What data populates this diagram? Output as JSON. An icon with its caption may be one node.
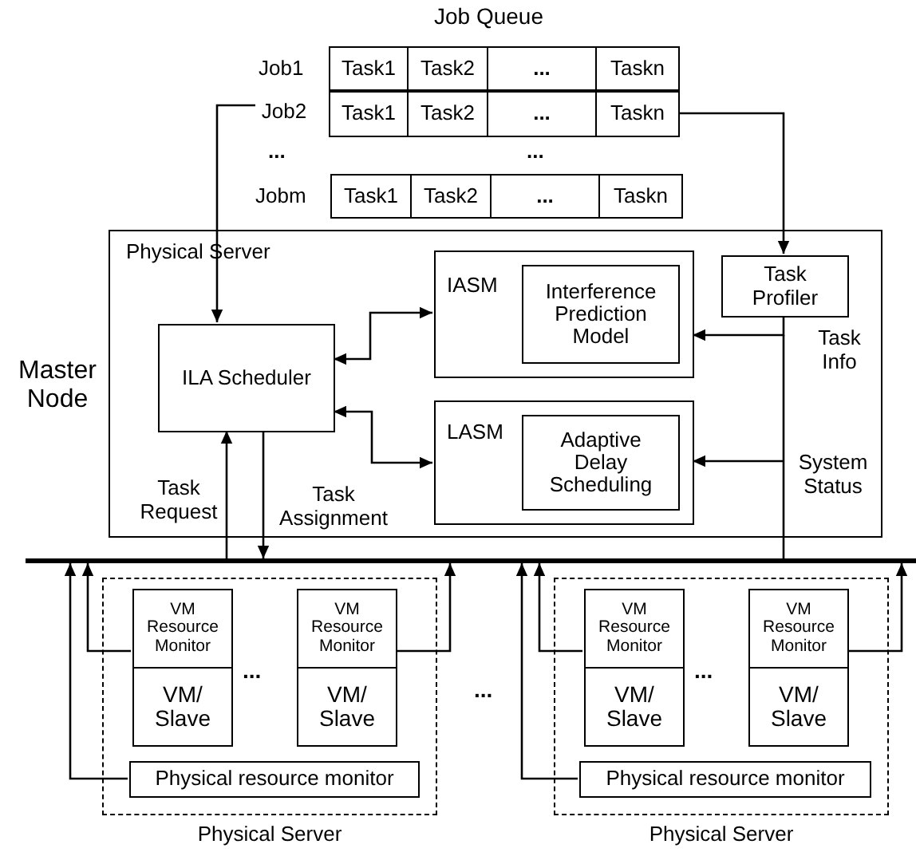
{
  "diagram": {
    "nodes": [
      {
        "text": [
          "Job2"
        ]
      },
      {
        "text": [
          "Task1"
        ]
      },
      {
        "text": [
          "Task2"
        ]
      },
      {
        "text": [
          "..."
        ]
      },
      {
        "text": [
          "Taskn"
        ]
      },
      {
        "text": [
          "Task1"
        ]
      },
      {
        "text": [
          "Task2"
        ]
      },
      {
        "text": [
          "..."
        ]
      },
      {
        "text": [
          "Taskn"
        ]
      },
      {
        "text": [
          "Task1"
        ]
      },
      {
        "text": [
          "Task2"
        ]
      },
      {
        "text": [
          "..."
        ]
      },
      {
        "text": [
          "Taskn"
        ]
      },
      {
        "text": [
          "Physical Server"
        ],
        "beside": [
          "Master Node"
        ]
      },
      {
        "text": [
          "IASM"
        ],
        "in": 13
      },
      {
        "text": [
          "Interference Prediction Model"
        ],
        "in": 14
      },
      {
        "text": [
          "Task Profiler"
        ],
        "in": 13
      },
      {
        "text": [
          "ILA Scheduler"
        ],
        "in": 13
      },
      {
        "text": [
          "LASM"
        ],
        "in": 13
      },
      {
        "text": [
          "Adaptive Delay Scheduling"
        ],
        "in": 18
      },
      {
        "text": [],
        "shape": "bar"
      },
      {
        "text": [
          "Physical Server"
        ]
      },
      {
        "text": [
          "VM Resource Monitor"
        ],
        "in": 21
      },
      {
        "text": [
          "VM/ Slave"
        ],
        "in": 21
      },
      {
        "text": [
          "VM Resource Monitor"
        ],
        "in": 21
      },
      {
        "text": [
          "VM/ Slave"
        ],
        "in": 21
      },
      {
        "text": [
          "Physical resource monitor"
        ],
        "in": 21
      },
      {
        "text": [
          "Physical Server"
        ]
      },
      {
        "text": [
          "VM Resource Monitor"
        ],
        "in": 27
      },
      {
        "text": [
          "VM/ Slave"
        ],
        "in": 27
      },
      {
        "text": [
          "VM Resource Monitor"
        ],
        "in": 27
      },
      {
        "text": [
          "VM/ Slave"
        ],
        "in": 27
      },
      {
        "text": [
          "Physical resource monitor"
        ],
        "in": 27
      }
    ],
    "edges": [
      {
        "from": 0,
        "to": 17,
        "arrow": "to"
      },
      {
        "from": 8,
        "to": 16,
        "arrow": "to"
      },
      {
        "from": 17,
        "to": 14,
        "arrow": "both"
      },
      {
        "from": 17,
        "to": 18,
        "arrow": "both"
      },
      {
        "from": 16,
        "to": 14,
        "arrow": "to",
        "label": "Task Info"
      },
      {
        "from": 20,
        "to": 18,
        "arrow": "to",
        "label": "System Status"
      },
      {
        "from": 20,
        "to": 17,
        "arrow": "to",
        "label": "Task Request"
      },
      {
        "from": 17,
        "to": 20,
        "arrow": "to",
        "label": "Task Assignment"
      },
      {
        "from": 22,
        "to": 20,
        "arrow": "to"
      },
      {
        "from": 24,
        "to": 20,
        "arrow": "to"
      },
      {
        "from": 26,
        "to": 20,
        "arrow": "to"
      },
      {
        "from": 28,
        "to": 20,
        "arrow": "to"
      },
      {
        "from": 30,
        "to": 20,
        "arrow": "to"
      },
      {
        "from": 32,
        "to": 20,
        "arrow": "to"
      }
    ],
    "labels": [
      "Job Queue",
      "Job1",
      "...",
      "...",
      "Jobm",
      "...",
      "...",
      "..."
    ]
  }
}
